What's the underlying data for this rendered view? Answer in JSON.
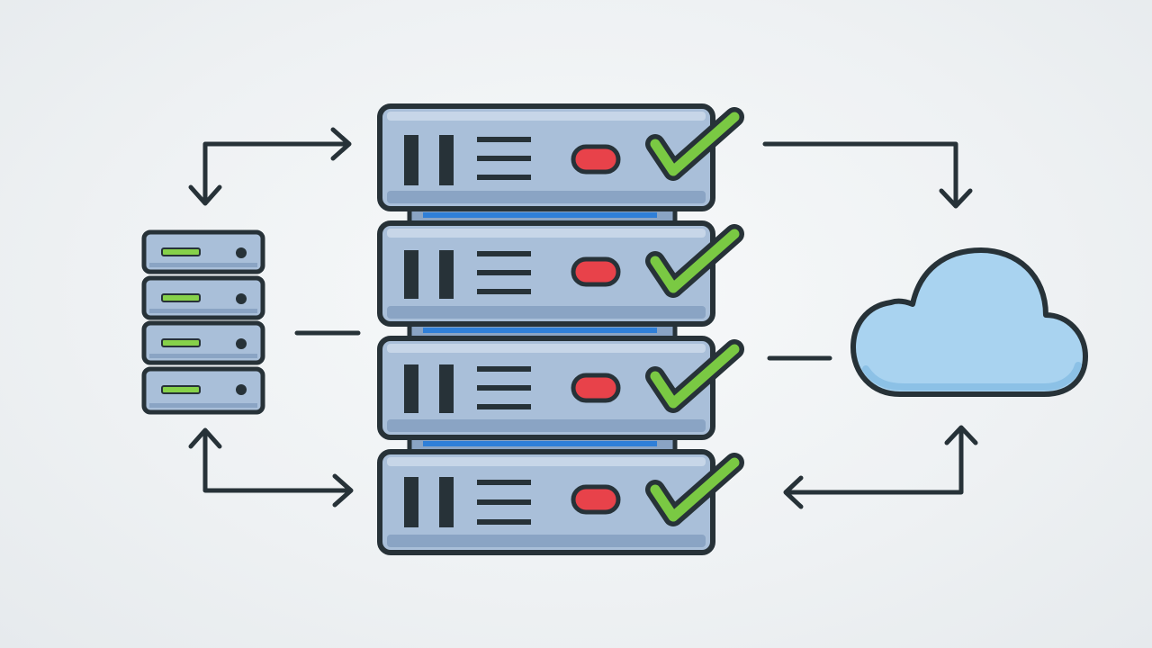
{
  "diagram": {
    "type": "server-backup-topology",
    "nodes": [
      {
        "id": "small-server-stack",
        "icon": "server-stack-icon",
        "units": 4
      },
      {
        "id": "main-server-rack",
        "icon": "server-rack-icon",
        "units": 4,
        "status": "all-ok"
      },
      {
        "id": "cloud",
        "icon": "cloud-icon"
      }
    ],
    "connections": [
      {
        "from": "small-server-stack",
        "to": "main-server-rack",
        "style": "bidirectional-elbow-top"
      },
      {
        "from": "small-server-stack",
        "to": "main-server-rack",
        "style": "bidirectional-elbow-bottom"
      },
      {
        "from": "small-server-stack",
        "to": "main-server-rack",
        "style": "dash-middle"
      },
      {
        "from": "main-server-rack",
        "to": "cloud",
        "style": "elbow-arrow-top"
      },
      {
        "from": "cloud",
        "to": "main-server-rack",
        "style": "bidirectional-elbow-bottom"
      },
      {
        "from": "main-server-rack",
        "to": "cloud",
        "style": "dash-middle"
      }
    ]
  },
  "colors": {
    "outline": "#273238",
    "server_body": "#a9bfd9",
    "server_highlight": "#c7d6e8",
    "server_shadow": "#8aa4c4",
    "led_red": "#e8424a",
    "check_green": "#7ac943",
    "led_green": "#86d14a",
    "accent_blue": "#2f7fd8",
    "cloud_fill": "#a9d3f0",
    "cloud_shadow": "#8cc1e6"
  }
}
